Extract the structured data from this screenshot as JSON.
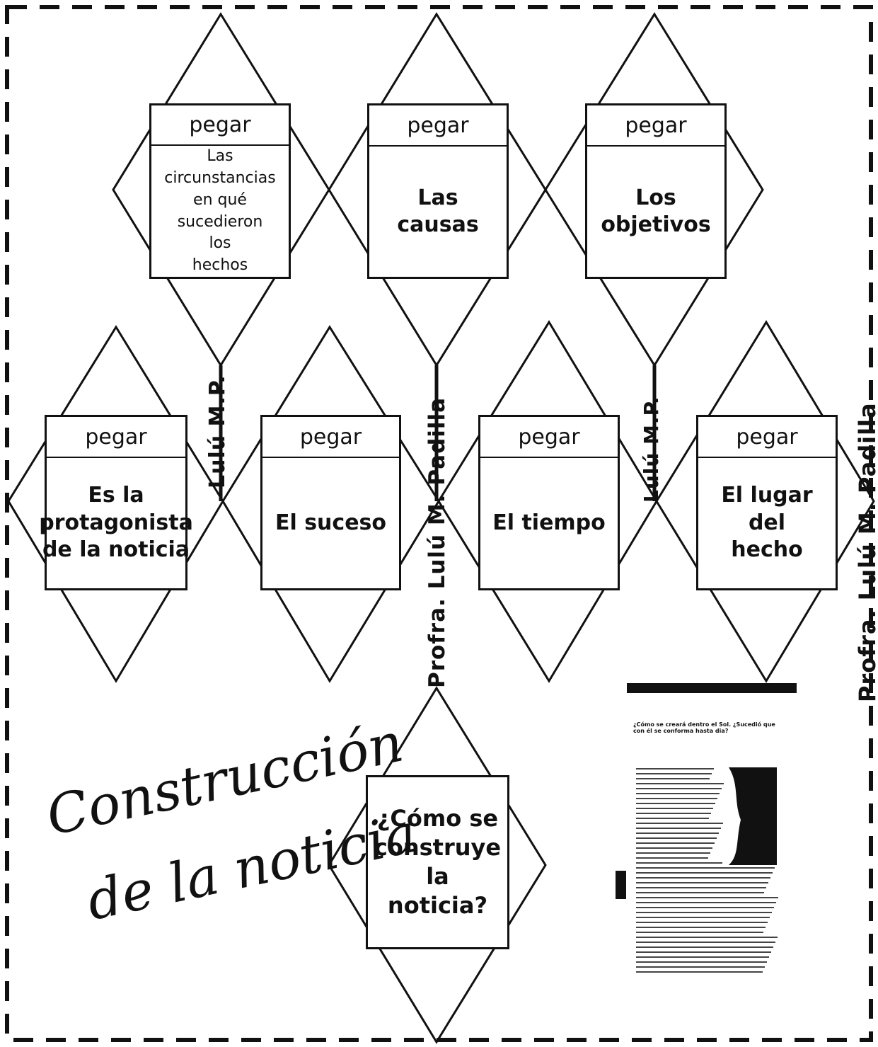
{
  "cards": [
    {
      "id": "circunstancias",
      "header": "pegar",
      "text": "Las circunstancias\nen qué sucedieron\nlos\nhechos"
    },
    {
      "id": "causas",
      "header": "pegar",
      "text": "Las causas"
    },
    {
      "id": "objetivos",
      "header": "pegar",
      "text": "Los\nobjetivos"
    },
    {
      "id": "protagonista",
      "header": "pegar",
      "text": "Es la\nprotagonista\nde la noticia"
    },
    {
      "id": "suceso",
      "header": "pegar",
      "text": "El suceso"
    },
    {
      "id": "tiempo",
      "header": "pegar",
      "text": "El tiempo"
    },
    {
      "id": "lugar",
      "header": "pegar",
      "text": "El lugar del\nhecho"
    },
    {
      "id": "center",
      "text": "¿Cómo se\nconstruye\nla\nnoticia?"
    }
  ],
  "watermarks": [
    "Lulú M.P.",
    "Profra. Lulú M. Padilla",
    "Lulú M.P.",
    "Profra. Lulú M. Padilla"
  ],
  "title": [
    "Construcción",
    "de la noticia"
  ],
  "article": {
    "headline": "¿Cómo se creará dentro el Sol. ¿Sucedió que con él se conforma hasta dia?"
  }
}
